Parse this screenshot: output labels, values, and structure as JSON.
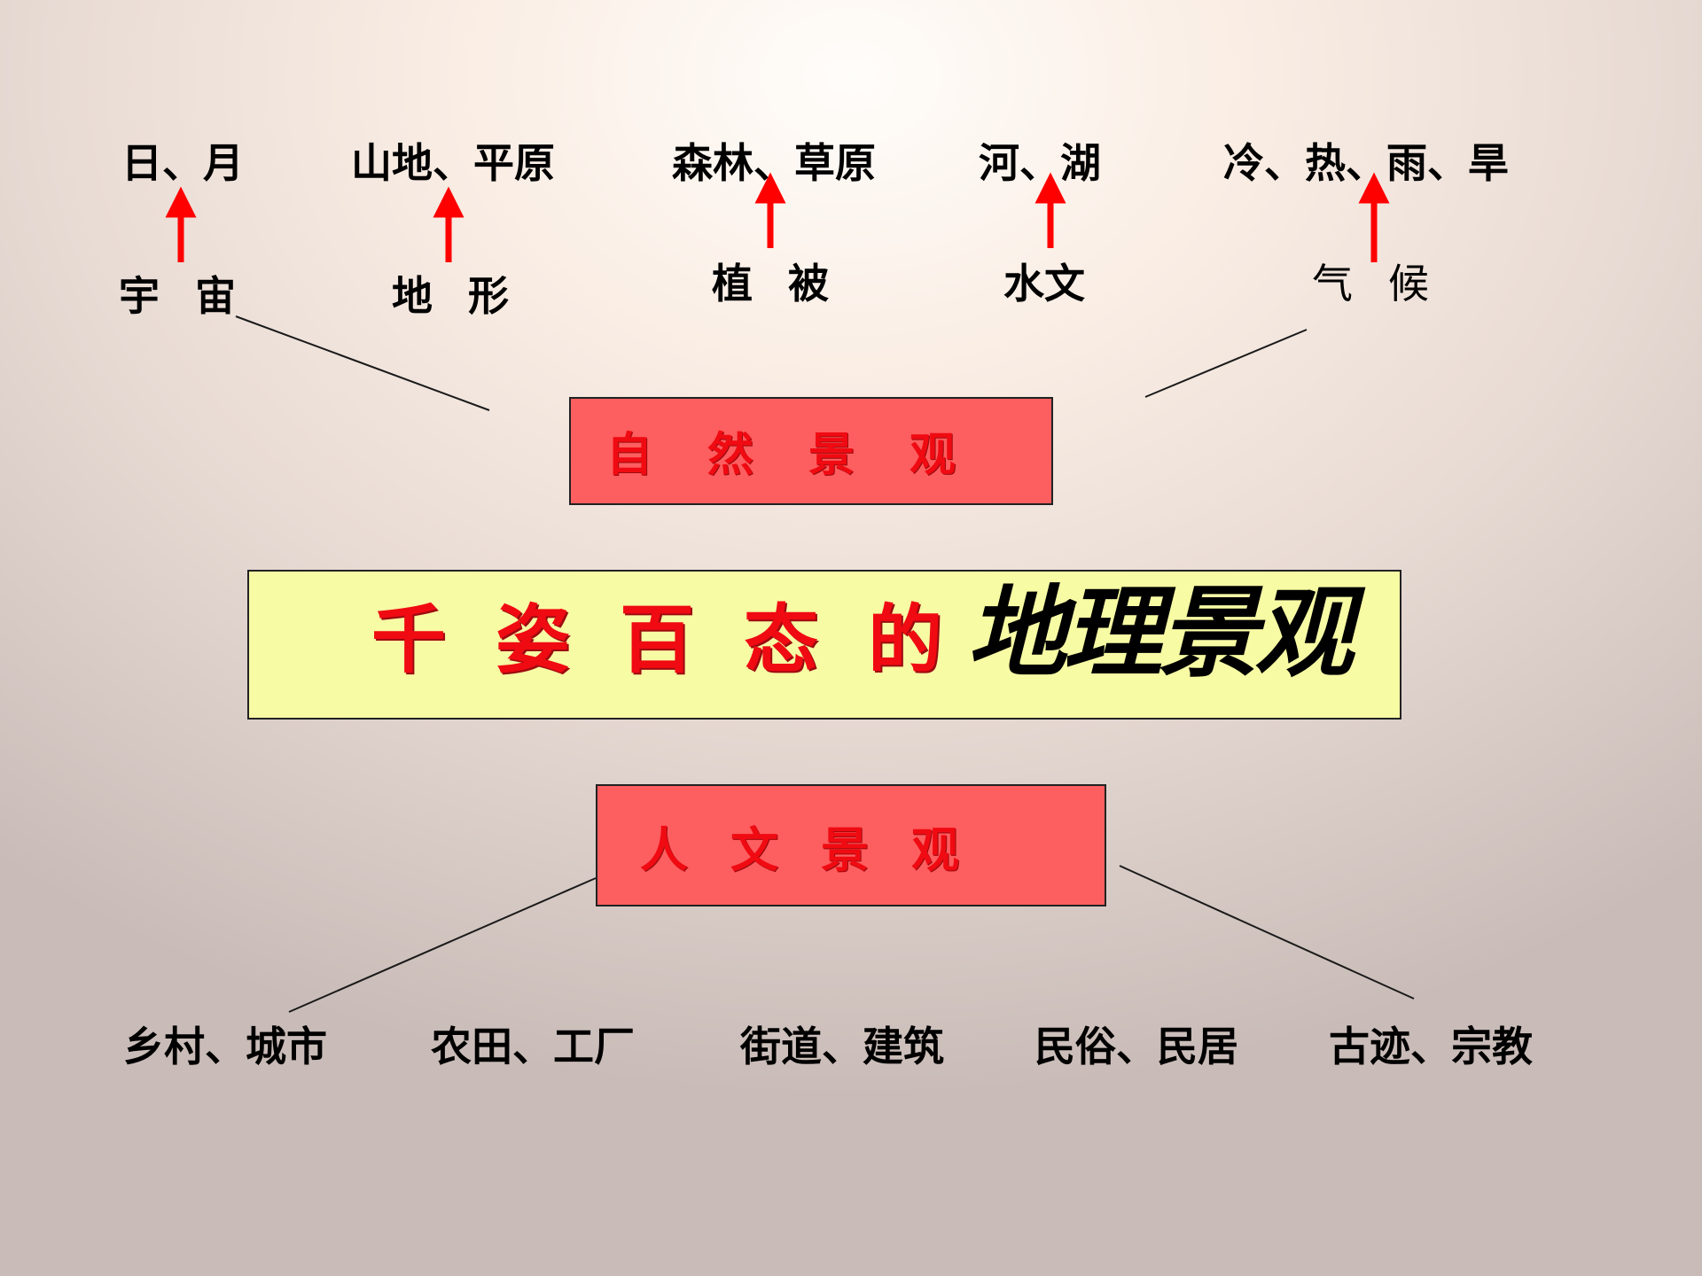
{
  "top_items": [
    "日、月",
    "山地、平原",
    "森林、草原",
    "河、湖",
    "冷、热、雨、旱"
  ],
  "categories": [
    "宇 宙",
    "地 形",
    "植 被",
    "水文",
    "气候"
  ],
  "natural_landscape": "自然景观",
  "title": {
    "prefix": "千姿百态的",
    "main": "地理景观"
  },
  "human_landscape": "人文景观",
  "bottom_items": [
    "乡村、城市",
    "农田、工厂",
    "街道、建筑",
    "民俗、民居",
    "古迹、宗教"
  ],
  "colors": {
    "box_red": "#fd5e5f",
    "title_yellow": "#f7fba4",
    "text_red": "#f00a12",
    "arrow_red": "#ff0000"
  },
  "icons": [
    "up-arrow-icon"
  ]
}
